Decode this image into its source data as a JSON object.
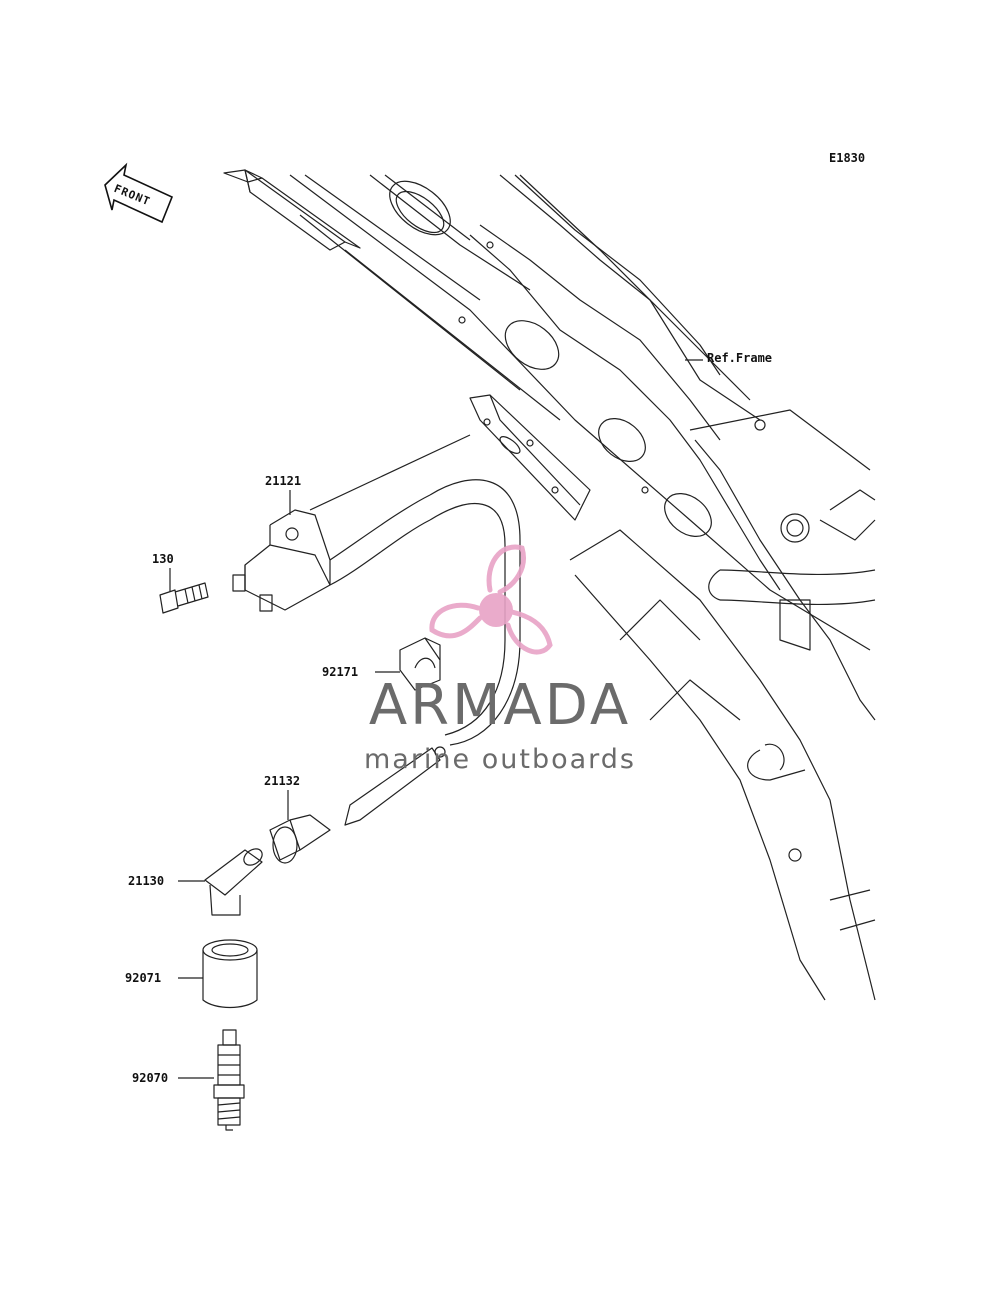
{
  "diagram_code": "E1830",
  "front_label": "FRONT",
  "ref_label": "Ref.Frame",
  "parts": {
    "p21121": "21121",
    "p130": "130",
    "p92171": "92171",
    "p21132": "21132",
    "p21130": "21130",
    "p92071": "92071",
    "p92070": "92070"
  },
  "watermark": {
    "title": "ARMADA",
    "subtitle": "marine outboards",
    "logo_color": "#e8a3c6"
  }
}
